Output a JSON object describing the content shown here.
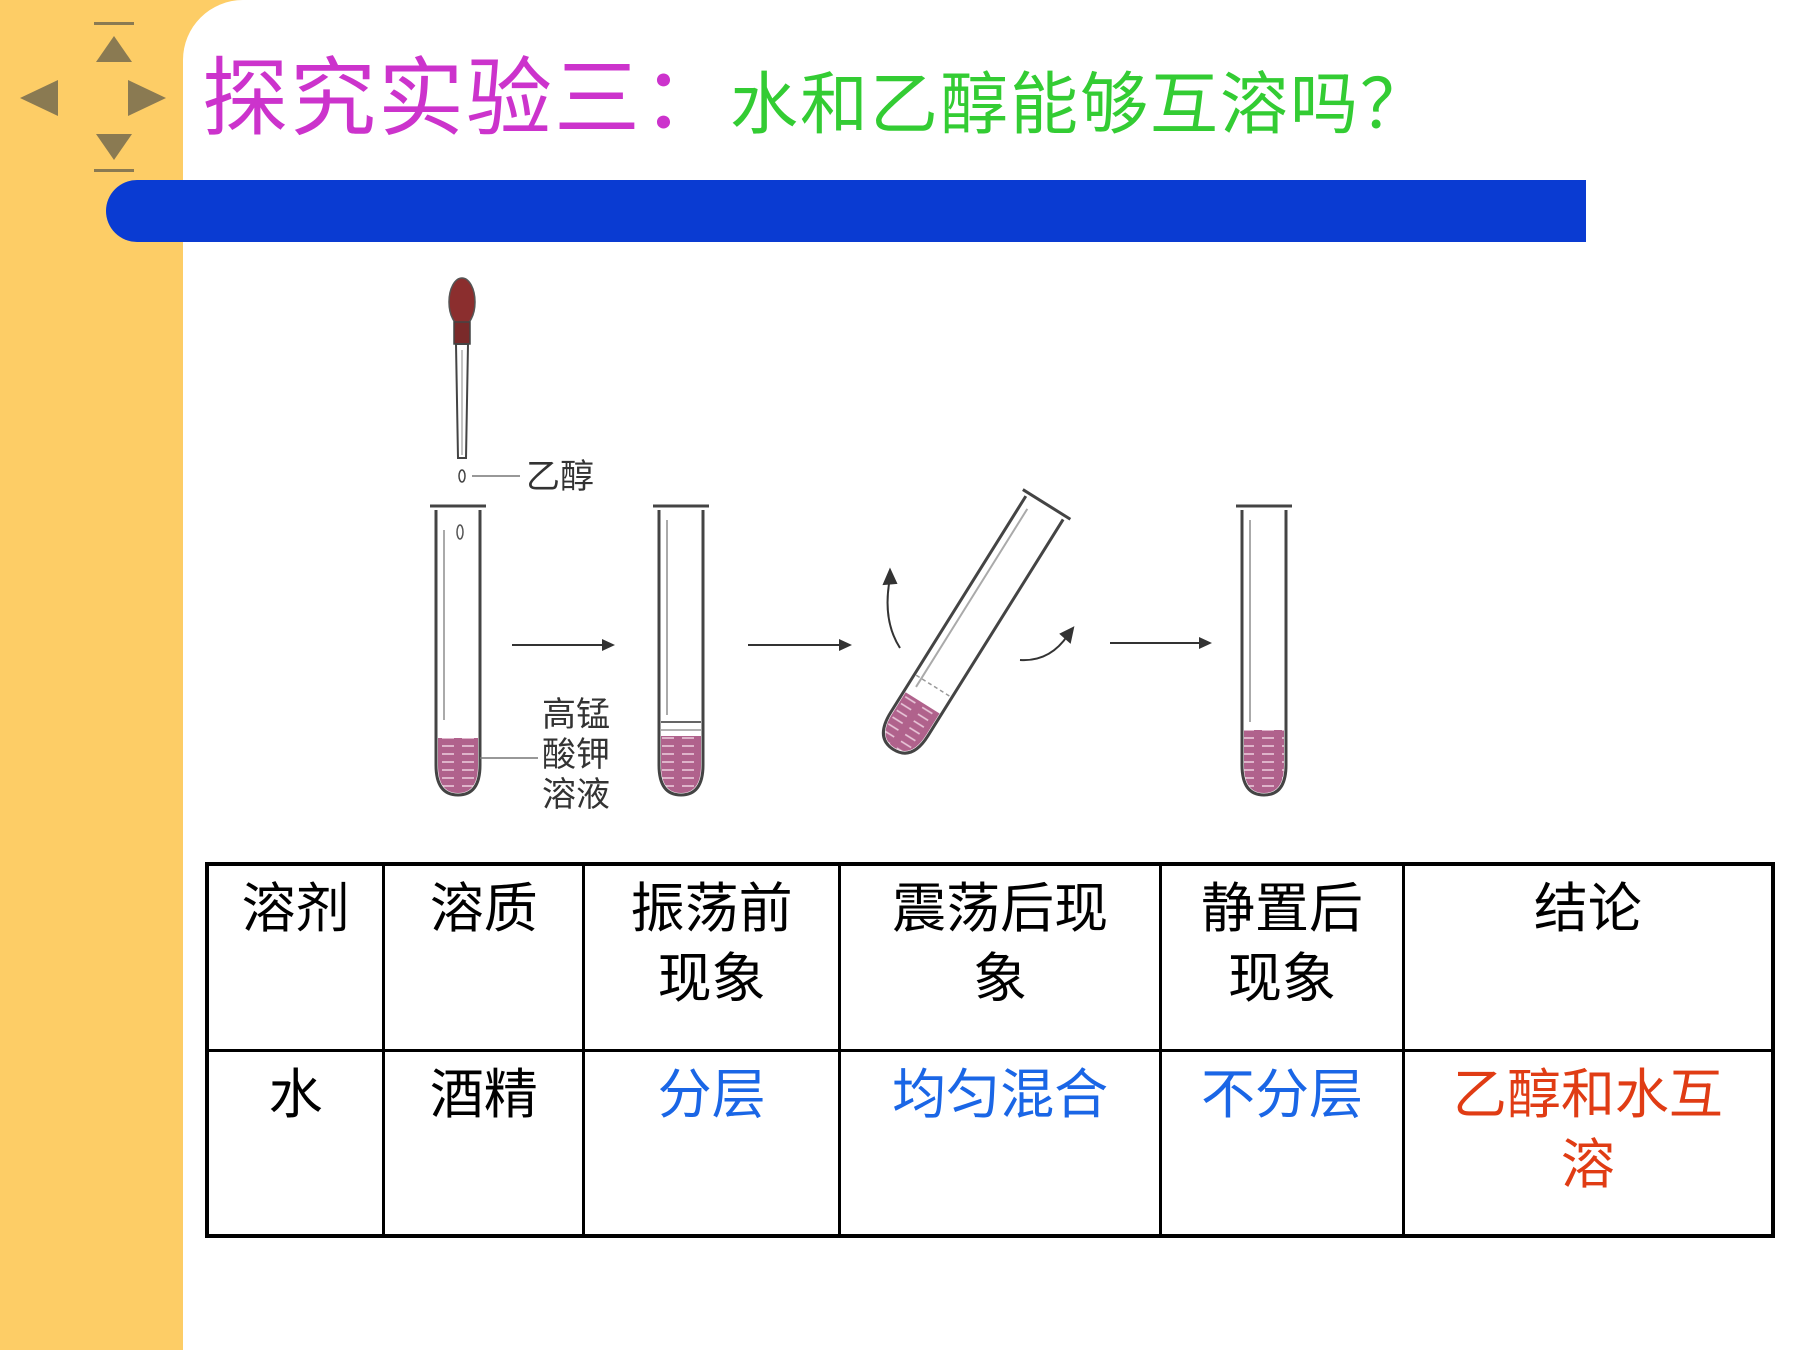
{
  "colors": {
    "orange": "#FDCD66",
    "blue": "#0A3BD2",
    "title_purple": "#CC33CC",
    "title_green": "#33CC33",
    "answer_blue": "#1A66E6",
    "answer_red": "#E03C14",
    "liquid": "#B0628C"
  },
  "nav_icons": [
    "arrow-up-icon",
    "arrow-left-icon",
    "arrow-right-icon",
    "arrow-down-icon"
  ],
  "title": {
    "main": "探究实验三：",
    "question": "水和乙醇能够互溶吗？"
  },
  "diagram": {
    "label_ethanol": "乙醇",
    "label_solution": [
      "高锰",
      "酸钾",
      "溶液"
    ]
  },
  "table": {
    "headers": [
      [
        "溶剂"
      ],
      [
        "溶质"
      ],
      [
        "振荡前",
        "现象"
      ],
      [
        "震荡后现",
        "象"
      ],
      [
        "静置后",
        "现象"
      ],
      [
        "结论"
      ]
    ],
    "row": {
      "solvent": "水",
      "solute": "酒精",
      "before": "分层",
      "after_shake": "均匀混合",
      "after_rest": "不分层",
      "conclusion": [
        "乙醇和水互",
        "溶"
      ]
    }
  }
}
